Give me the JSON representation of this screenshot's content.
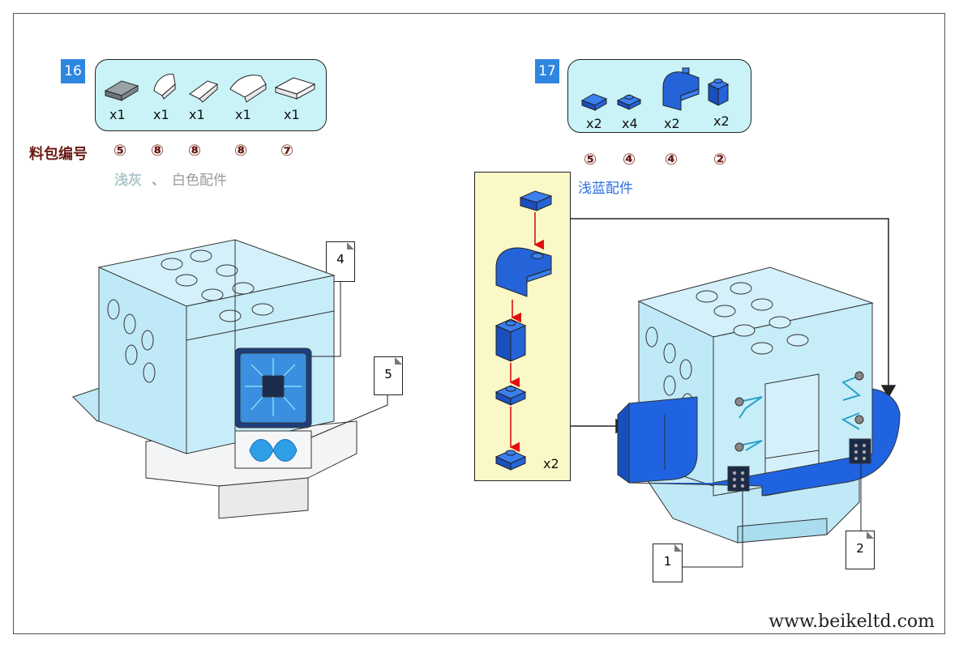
{
  "steps": [
    {
      "number": "16",
      "parts": [
        {
          "name": "grey-tile",
          "qty": "x1",
          "pack": "⑤"
        },
        {
          "name": "white-curved-slope-small",
          "qty": "x1",
          "pack": "⑧"
        },
        {
          "name": "white-wedge",
          "qty": "x1",
          "pack": "⑧"
        },
        {
          "name": "white-curved-slope",
          "qty": "x1",
          "pack": "⑧"
        },
        {
          "name": "white-tile",
          "qty": "x1",
          "pack": "⑦"
        }
      ],
      "pack_label": "料包编号",
      "color_note_a": "浅灰",
      "color_note_sep": "、",
      "color_note_b": "白色配件",
      "callouts": [
        "4",
        "5"
      ]
    },
    {
      "number": "17",
      "parts": [
        {
          "name": "blue-plate-1x2",
          "qty": "x2",
          "pack": "⑤"
        },
        {
          "name": "blue-round-plate",
          "qty": "x4",
          "pack": "④"
        },
        {
          "name": "blue-curved-brick",
          "qty": "x2",
          "pack": "④"
        },
        {
          "name": "blue-brick-1x1",
          "qty": "x2",
          "pack": "②"
        }
      ],
      "color_note": "浅蓝配件",
      "sub_assembly_qty": "x2",
      "callouts": [
        "1",
        "2"
      ]
    }
  ],
  "website": "www.beikeltd.com",
  "colors": {
    "step_badge": "#2f86e0",
    "parts_box": "#c9f3f7",
    "sub_panel": "#fbf8c8",
    "brick_light_blue": "#bfe9f7",
    "brick_blue": "#1f63e0",
    "pack_number": "#6b1a14",
    "arrow_red": "#e01010"
  }
}
